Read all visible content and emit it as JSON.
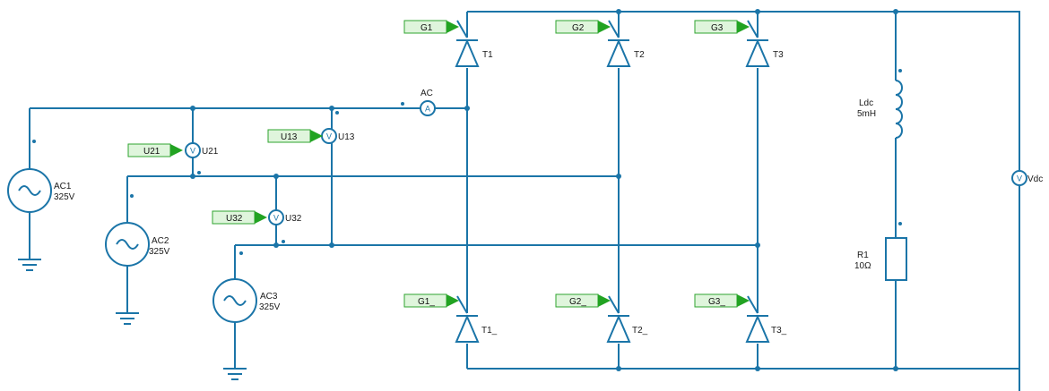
{
  "schematic": {
    "ac_sources": [
      {
        "name": "AC1",
        "value": "325V"
      },
      {
        "name": "AC2",
        "value": "325V"
      },
      {
        "name": "AC3",
        "value": "325V"
      }
    ],
    "thyristors": {
      "upper": [
        {
          "name": "T1",
          "gate": "G1"
        },
        {
          "name": "T2",
          "gate": "G2"
        },
        {
          "name": "T3",
          "gate": "G3"
        }
      ],
      "lower": [
        {
          "name": "T1_",
          "gate": "G1_"
        },
        {
          "name": "T2_",
          "gate": "G2_"
        },
        {
          "name": "T3_",
          "gate": "G3_"
        }
      ]
    },
    "voltmeters": [
      {
        "name": "U21",
        "tag": "U21",
        "symbol": "V"
      },
      {
        "name": "U13",
        "tag": "U13",
        "symbol": "V"
      },
      {
        "name": "U32",
        "tag": "U32",
        "symbol": "V"
      },
      {
        "name": "Vdc",
        "symbol": "V"
      }
    ],
    "ammeter": {
      "name": "AC",
      "symbol": "A"
    },
    "inductor": {
      "name": "Ldc",
      "value": "5mH"
    },
    "resistor": {
      "name": "R1",
      "value": "10Ω"
    }
  }
}
